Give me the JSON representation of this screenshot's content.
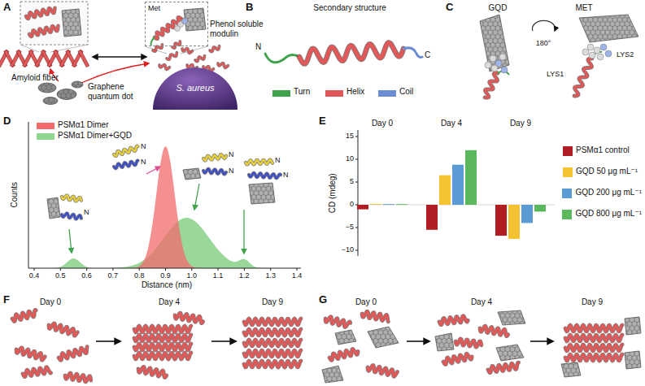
{
  "diagram": {
    "nodes": [
      {
        "text": [
          "Met"
        ]
      },
      {
        "text": [
          "S. aureus"
        ]
      }
    ],
    "labels": [
      "A",
      "Amyloid fiber",
      "Graphene quantum dot",
      "Phenol soluble modulin",
      "B",
      "Secondary structure",
      "N",
      "C",
      "C",
      "GQD",
      "180°",
      "MET",
      "LYS1",
      "LYS2",
      "D",
      "Counts",
      "Distance (nm)",
      "0.4",
      "0.5",
      "0.6",
      "0.7",
      "0.8",
      "0.9",
      "1.0",
      "1.1",
      "1.2",
      "1.3",
      "1.4",
      "N",
      "N",
      "N",
      "N",
      "N",
      "N",
      "N",
      "E",
      "Day 0",
      "Day 4",
      "Day 9",
      "CD (mdeg)",
      "15",
      "10",
      "5",
      "0",
      "−5",
      "−10",
      "F",
      "Day 0",
      "Day 4",
      "Day 9",
      "G",
      "Day 0",
      "Day 4",
      "Day 9"
    ],
    "legend": [
      {
        "text": "Turn",
        "color": "#3fa34d"
      },
      {
        "text": "Helix",
        "color": "#e05858"
      },
      {
        "text": "Coil",
        "color": "#6b8dd6"
      },
      {
        "text": "PSMα1 Dimer",
        "color": "#f26b6b"
      },
      {
        "text": "PSMα1 Dimer+GQD",
        "color": "#8fd48f"
      },
      {
        "text": "PSMα1 control",
        "color": "#b01e23"
      },
      {
        "text": "GQD 50 μg mL⁻¹",
        "color": "#f5c232"
      },
      {
        "text": "GQD 200 μg mL⁻¹",
        "color": "#5b9bd5"
      },
      {
        "text": "GQD 800 μg mL⁻¹",
        "color": "#5cb85c"
      }
    ]
  }
}
